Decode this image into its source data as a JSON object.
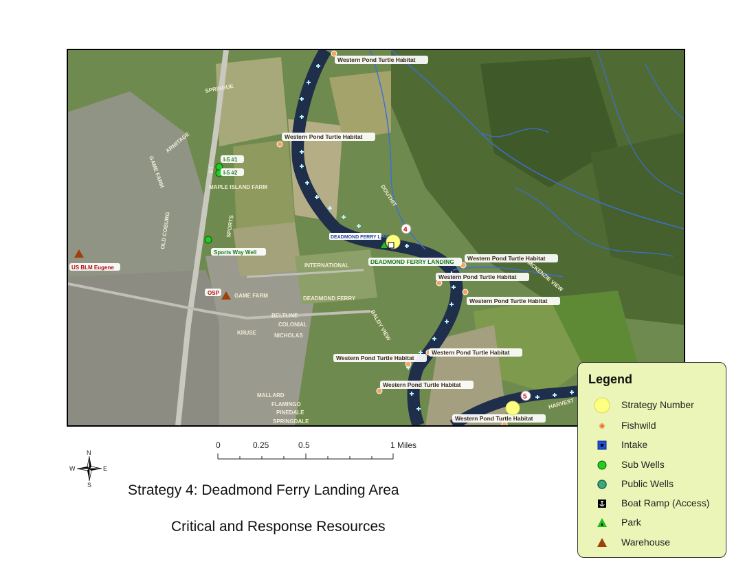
{
  "title": {
    "line1": "Strategy 4: Deadmond Ferry Landing Area",
    "line2": "Critical and Response Resources"
  },
  "legend": {
    "title": "Legend",
    "items": [
      {
        "label": "Strategy Number",
        "icon": "yellow-circle-icon",
        "color": "#ffff80"
      },
      {
        "label": "Fishwild",
        "icon": "orange-dot-icon",
        "color": "#f4a460"
      },
      {
        "label": "Intake",
        "icon": "blue-square-icon",
        "color": "#1f4fd8"
      },
      {
        "label": "Sub Wells",
        "icon": "green-circle-icon",
        "color": "#22cc22"
      },
      {
        "label": "Public Wells",
        "icon": "green-blue-circle-icon",
        "color": "#3ab54a"
      },
      {
        "label": "Boat Ramp (Access)",
        "icon": "anchor-icon",
        "color": "#000000"
      },
      {
        "label": "Park",
        "icon": "green-triangle-icon",
        "color": "#22bb22"
      },
      {
        "label": "Warehouse",
        "icon": "brown-triangle-icon",
        "color": "#a0400a"
      }
    ]
  },
  "scalebar": {
    "ticks": [
      "0",
      "0.25",
      "0.5",
      "1 Miles"
    ]
  },
  "north_arrow": {
    "n": "N",
    "s": "S",
    "e": "E",
    "w": "W"
  },
  "map": {
    "strategy_labels": [
      "4",
      "5"
    ],
    "habitat_label": "Western Pond Turtle Habitat",
    "landing_label_small": "DEADMOND FERRY LANDI",
    "landing_label": "DEADMOND FERRY LANDING",
    "sub_wells": [
      "I-5 #1",
      "I-5 #2"
    ],
    "sports_way_well": "Sports Way Well",
    "warehouses": [
      "US BLM Eugene",
      "OSP"
    ],
    "roads": [
      "SPRINGUE",
      "ARMITAGE",
      "GAME FARM",
      "MAPLE ISLAND FARM",
      "OLD COBURG",
      "SPORTS",
      "INTERNATIONAL",
      "GAME FARM",
      "DEADMOND FERRY",
      "BELTLINE",
      "COLONIAL",
      "KRUSE",
      "NICHOLAS",
      "DOUTHIT",
      "MCKENZIE VIEW",
      "BALDY VIEW",
      "HARVEST",
      "MALLARD",
      "FLAMINGO",
      "PINEDALE",
      "SPRINGDALE",
      "I-5"
    ]
  }
}
